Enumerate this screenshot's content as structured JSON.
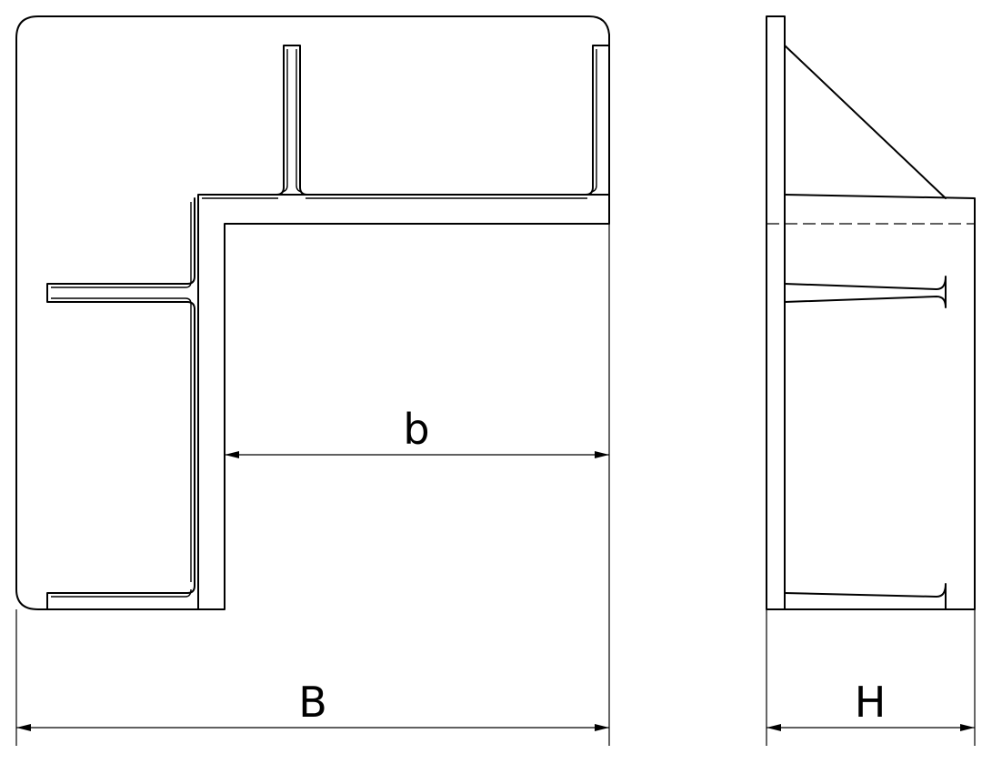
{
  "drawing": {
    "views": [
      "front-view",
      "side-view"
    ],
    "dimensions": {
      "inner_width_label": "b",
      "outer_width_label": "B",
      "height_label": "H"
    },
    "colors": {
      "line": "#000000",
      "background": "#ffffff"
    }
  }
}
